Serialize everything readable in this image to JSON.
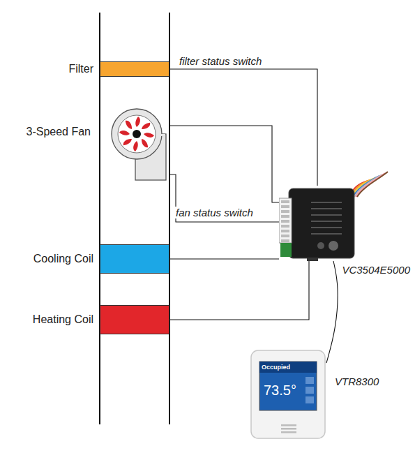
{
  "diagram": {
    "nodes": [
      {
        "text": [
          "Filter"
        ]
      },
      {
        "text": [
          "3-Speed Fan"
        ]
      },
      {
        "text": [
          "Cooling Coil"
        ]
      },
      {
        "text": [
          "Heating Coil"
        ]
      },
      {
        "text": [
          "VC3504E5000"
        ]
      },
      {
        "text": [
          "VTR8300"
        ]
      }
    ],
    "edges": [
      {
        "from": 0,
        "to": 4,
        "label": "filter status switch",
        "arrow": "none"
      },
      {
        "from": 1,
        "to": 4,
        "arrow": "none"
      },
      {
        "from": 1,
        "to": 4,
        "label": "fan status switch",
        "arrow": "none"
      },
      {
        "from": 2,
        "to": 4,
        "arrow": "none"
      },
      {
        "from": 3,
        "to": 4,
        "arrow": "none"
      },
      {
        "from": 4,
        "to": 5,
        "arrow": "none"
      }
    ],
    "labels": [
      "Occupied",
      "73.5°"
    ]
  }
}
